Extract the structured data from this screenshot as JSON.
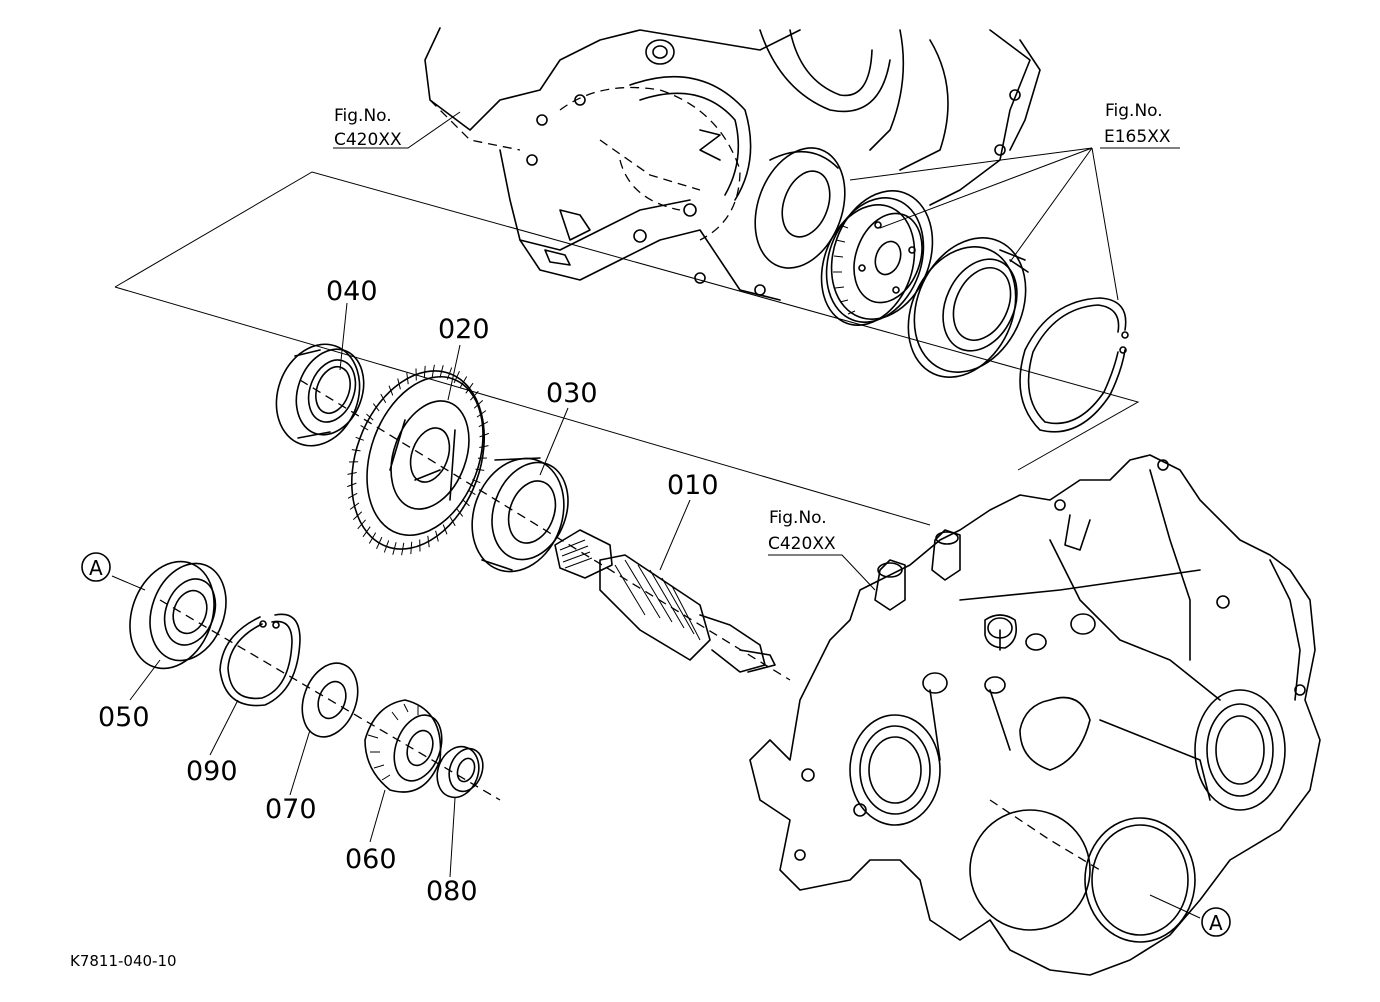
{
  "figure_refs": [
    {
      "id": "top-left",
      "line1": "Fig.No.",
      "line2": "C420XX"
    },
    {
      "id": "top-right",
      "line1": "Fig.No.",
      "line2": "E165XX"
    },
    {
      "id": "middle",
      "line1": "Fig.No.",
      "line2": "C420XX"
    }
  ],
  "part_numbers": {
    "p010": "010",
    "p020": "020",
    "p030": "030",
    "p040": "040",
    "p050": "050",
    "p060": "060",
    "p070": "070",
    "p080": "080",
    "p090": "090"
  },
  "markers": {
    "a_left": "A",
    "a_right": "A"
  },
  "drawing_code": "K7811-040-10"
}
